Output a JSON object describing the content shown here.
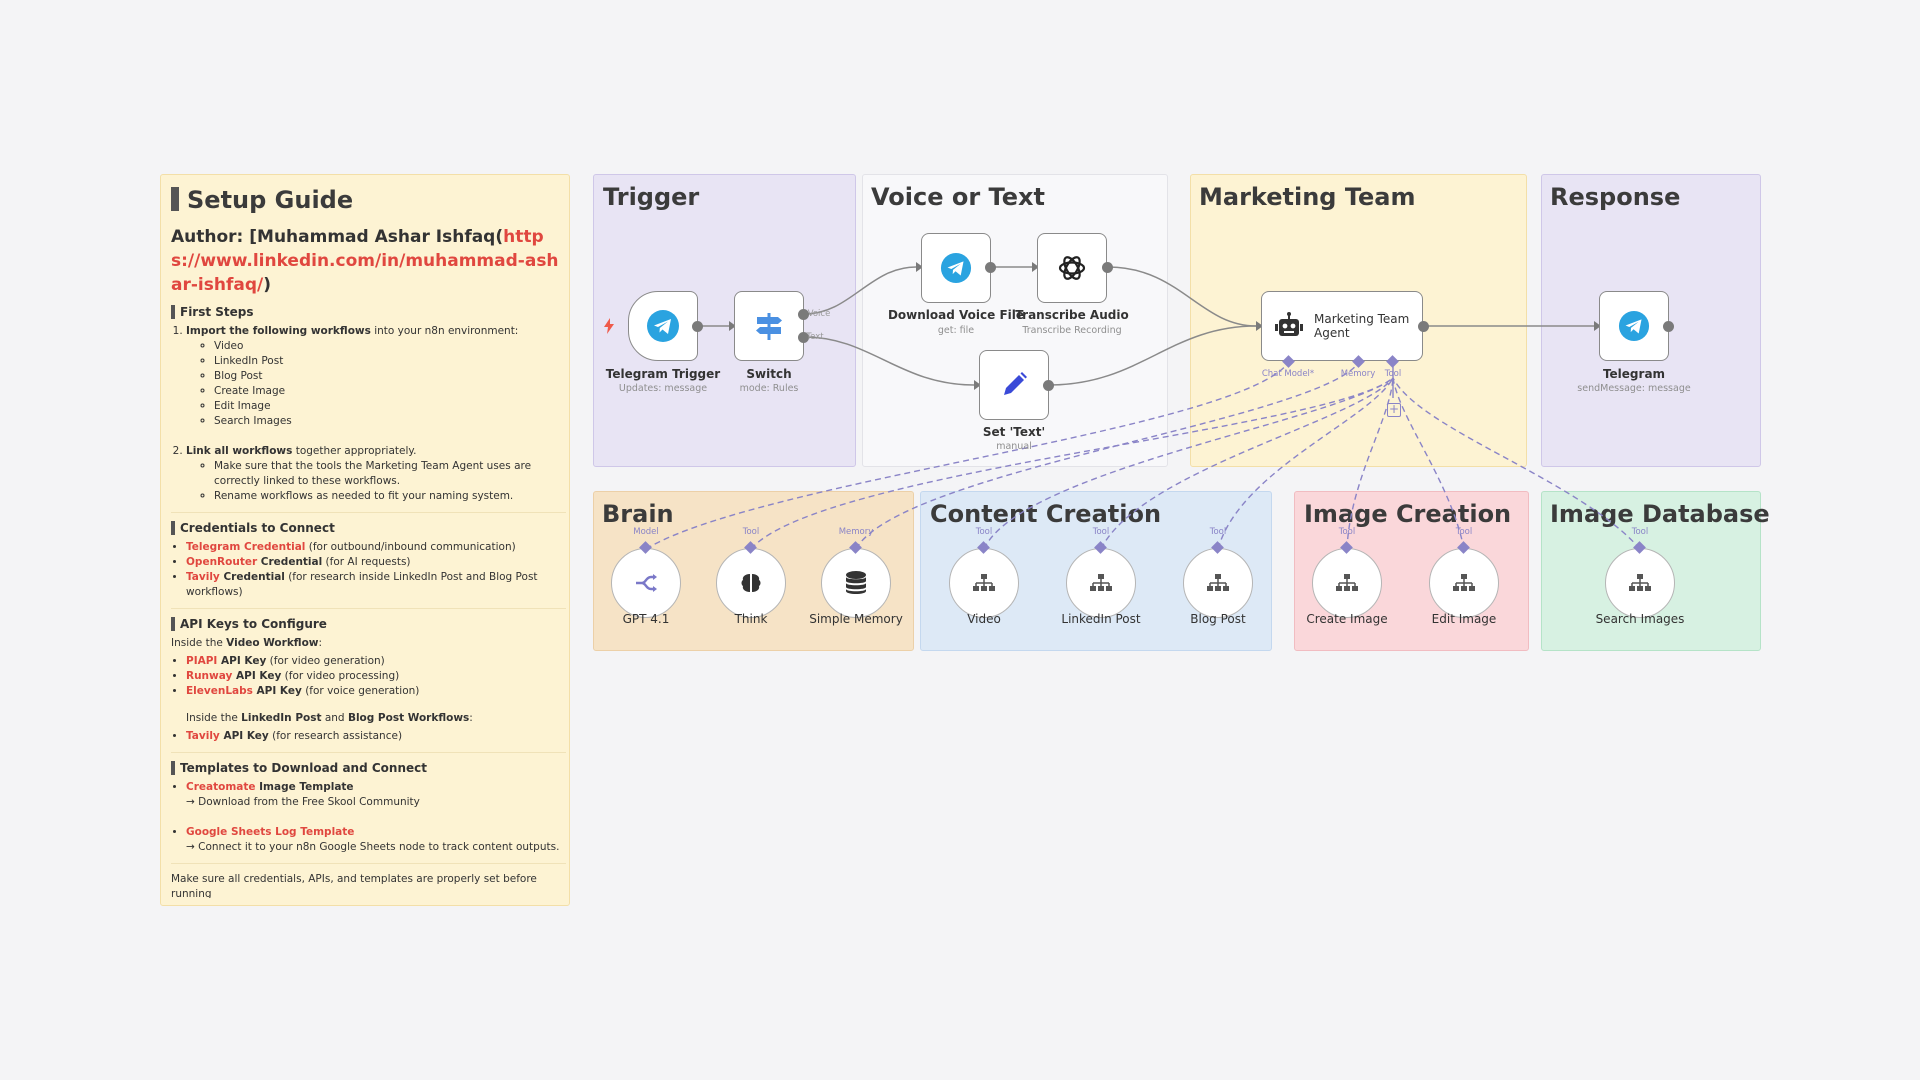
{
  "guide": {
    "title": "Setup Guide",
    "author_prefix": "Author: [Muhammad Ashar Ishfaq(",
    "author_link": "https://www.linkedin.com/in/muhammad-ashar-ishfaq/",
    "author_suffix": ")",
    "first_steps": {
      "heading": "First Steps",
      "step1_bold": "Import the following workflows",
      "step1_rest": " into your n8n environment:",
      "workflows": [
        "Video",
        "LinkedIn Post",
        "Blog Post",
        "Create Image",
        "Edit Image",
        "Search Images"
      ],
      "step2_bold": "Link all workflows",
      "step2_rest": " together appropriately.",
      "step2_items": [
        "Make sure that the tools the Marketing Team Agent uses are correctly linked to these workflows.",
        "Rename workflows as needed to fit your naming system."
      ]
    },
    "credentials": {
      "heading": "Credentials to Connect",
      "items": [
        {
          "red": "Telegram Credential",
          "bold": "",
          "rest": " (for outbound/inbound communication)"
        },
        {
          "red": "OpenRouter",
          "bold": " Credential",
          "rest": " (for AI requests)"
        },
        {
          "red": "Tavily",
          "bold": " Credential",
          "rest": " (for research inside LinkedIn Post and Blog Post workflows)"
        }
      ]
    },
    "api_keys": {
      "heading": "API Keys to Configure",
      "video_intro_a": "Inside the ",
      "video_intro_b": "Video Workflow",
      "video_intro_c": ":",
      "video_items": [
        {
          "red": "PIAPI",
          "bold": " API Key",
          "rest": " (for video generation)"
        },
        {
          "red": "Runway",
          "bold": " API Key",
          "rest": " (for video processing)"
        },
        {
          "red": "ElevenLabs",
          "bold": " API Key",
          "rest": " (for voice generation)"
        }
      ],
      "li_intro_a": "Inside the ",
      "li_intro_b": "LinkedIn Post",
      "li_intro_c": " and ",
      "li_intro_d": "Blog Post Workflows",
      "li_intro_e": ":",
      "li_items": [
        {
          "red": "Tavily",
          "bold": " API Key",
          "rest": " (for research assistance)"
        }
      ]
    },
    "templates": {
      "heading": "Templates to Download and Connect",
      "t1_red": "Creatomate",
      "t1_bold": " Image Template",
      "t1_note": "→ Download from the Free Skool Community",
      "t2_red": "Google Sheets Log Template",
      "t2_note": "→ Connect it to your n8n Google Sheets node to track content outputs."
    },
    "footer": "Make sure all credentials, APIs, and templates are properly set before running"
  },
  "stickies": {
    "trigger": "Trigger",
    "voice_or_text": "Voice or Text",
    "marketing_team": "Marketing Team",
    "response": "Response",
    "brain": "Brain",
    "content_creation": "Content Creation",
    "image_creation": "Image Creation",
    "image_database": "Image Database"
  },
  "nodes": {
    "telegram_trigger": {
      "label": "Telegram Trigger",
      "sub": "Updates: message"
    },
    "switch": {
      "label": "Switch",
      "sub": "mode: Rules",
      "out_voice": "Voice",
      "out_text": "Text"
    },
    "download_voice": {
      "label": "Download Voice File",
      "sub": "get: file"
    },
    "transcribe": {
      "label": "Transcribe Audio",
      "sub": "Transcribe Recording"
    },
    "set_text": {
      "label": "Set 'Text'",
      "sub": "manual"
    },
    "agent": {
      "label": "Marketing Team Agent",
      "h_chat": "Chat Model*",
      "h_memory": "Memory",
      "h_tool": "Tool"
    },
    "telegram": {
      "label": "Telegram",
      "sub": "sendMessage: message"
    },
    "gpt": {
      "label": "GPT 4.1",
      "handle": "Model"
    },
    "think": {
      "label": "Think",
      "handle": "Tool"
    },
    "memory": {
      "label": "Simple Memory",
      "handle": "Memory"
    },
    "video": {
      "label": "Video",
      "handle": "Tool"
    },
    "linkedin": {
      "label": "LinkedIn Post",
      "handle": "Tool"
    },
    "blog": {
      "label": "Blog Post",
      "handle": "Tool"
    },
    "create_image": {
      "label": "Create Image",
      "handle": "Tool"
    },
    "edit_image": {
      "label": "Edit Image",
      "handle": "Tool"
    },
    "search_images": {
      "label": "Search Images",
      "handle": "Tool"
    }
  },
  "colors": {
    "guide_bg": "#fdf3d3",
    "purple_sticky": "#e8e4f4",
    "white_sticky": "#f8f8fa",
    "yellow_sticky": "#fdf3d3",
    "brain_sticky": "#f6e3c6",
    "blue_sticky": "#dde9f6",
    "pink_sticky": "#fad7da",
    "green_sticky": "#d7f1e2",
    "telegram_blue": "#2aa3e0",
    "switch_blue": "#4a90e2",
    "pen_blue": "#3a4ad8",
    "link_red": "#e0473f",
    "handle_purple": "#8a84c7"
  },
  "icons": {
    "sticky_icon": "note-icon",
    "trigger_bolt": "lightning-icon",
    "telegram": "telegram-icon",
    "switch": "signpost-icon",
    "openai": "openai-icon",
    "pen": "pen-icon",
    "robot": "robot-icon",
    "openrouter": "openrouter-icon",
    "brain": "brain-icon",
    "database": "database-icon",
    "workflow": "sitemap-icon",
    "add": "plus-icon"
  }
}
